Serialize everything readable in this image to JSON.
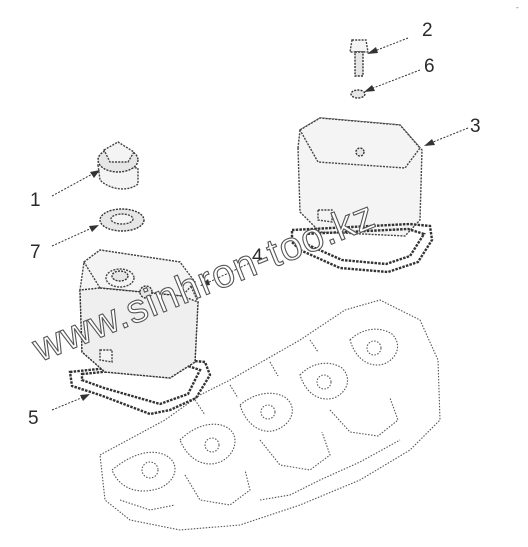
{
  "callouts": {
    "c1": "1",
    "c2": "2",
    "c3": "3",
    "c4": "4",
    "c5": "5",
    "c6": "6",
    "c7": "7"
  },
  "watermark": "www.sinhron-too.kz",
  "corner_mark": "-"
}
